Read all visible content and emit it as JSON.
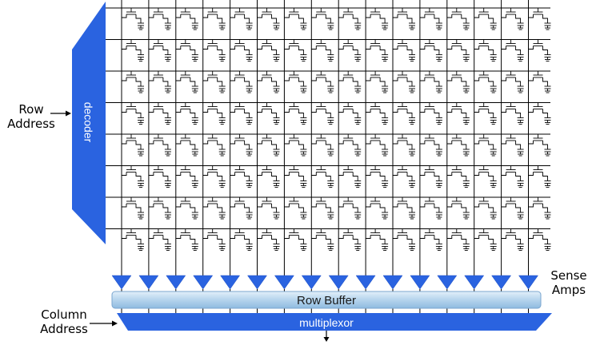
{
  "labels": {
    "row_address": [
      "Row",
      "Address"
    ],
    "column_address": [
      "Column",
      "Address"
    ],
    "sense_amps": [
      "Sense",
      "Amps"
    ],
    "decoder": "decoder",
    "row_buffer": "Row Buffer",
    "multiplexor": "multiplexor"
  },
  "array": {
    "rows": 8,
    "columns": 16
  },
  "colors": {
    "blue": "#2a63e0",
    "blue_dark": "#1f4fc4",
    "buffer_light": "#cfe3f3",
    "buffer_mid": "#9cc3e3",
    "line": "#000000"
  }
}
